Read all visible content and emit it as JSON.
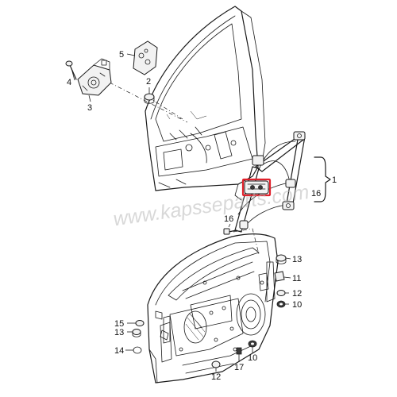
{
  "watermark": "www.kapsseparts.com",
  "highlight_color": "#e0202a",
  "callouts": {
    "c1": "1",
    "c2": "2",
    "c3": "3",
    "c4": "4",
    "c5": "5",
    "c16_bracket": "16",
    "c16_screw": "16",
    "c13": "13",
    "c11": "11",
    "c12_right": "12",
    "c10_right": "10",
    "c15": "15",
    "c13_left": "13",
    "c14": "14",
    "c12_bottom": "12",
    "c10_bottom": "10",
    "c17": "17"
  }
}
